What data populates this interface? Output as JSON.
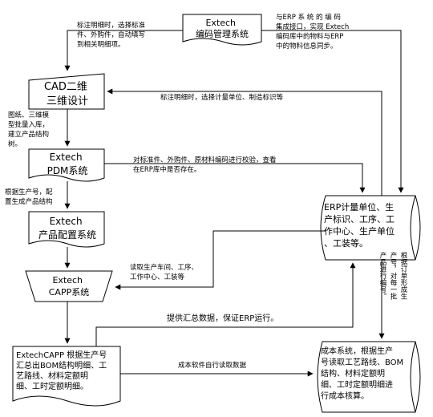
{
  "nodes": {
    "encoding": [
      "Extech",
      "编码管理系统"
    ],
    "cad": [
      "CAD二维",
      "三维设计"
    ],
    "pdm": [
      "Extech",
      "PDM系统"
    ],
    "config": [
      "Extech",
      "产品配置系统"
    ],
    "capp": [
      "Extech",
      "CAPP系统"
    ],
    "bom": [
      "ExtechCAPP 根据生产号",
      "汇总出BOM结构明细、工",
      "艺路线、材料定额明",
      "细、工时定额明细。"
    ],
    "erp": [
      "ERP计量单位、生",
      "产标识、工序、工",
      "作中心、生产单位",
      "、工装等。"
    ],
    "cost": [
      "成本系统，根据生产",
      "号读取工艺路线、BOM",
      "结构、材料定额明",
      "细、工时定额明细进",
      "行成本核算。"
    ]
  },
  "annotations": {
    "fill_detail": [
      "标注明细时，选择标准",
      "件、外购件，自动填写",
      "到相关明细项。"
    ],
    "encoding_sync": [
      "与ERP 系 统 的 编 码",
      "集成接口，实现 Extech",
      "编码库中的物料与ERP",
      "中的物料信息同步。"
    ],
    "select_unit": [
      "标注明细时，选择计量单位、制造标识等"
    ],
    "model_import": [
      "图纸、三维模",
      "型批量入库，",
      "建立产品结构",
      "树。"
    ],
    "verify_code": [
      "对标准件、外购件、原材料编码进行校验，查看",
      "在ERP库中是否存在。"
    ],
    "config_by_no": [
      "根据生产号，配",
      "置生成产品结构"
    ],
    "read_workshop": [
      "读取生产车间、工序、",
      "工作中心、工装等"
    ],
    "order_product": [
      "根据订单形成生",
      "产号，对每一批",
      "产品进行编号。"
    ],
    "summary_data": [
      "提供汇总数据，保证ERP运行。"
    ],
    "cost_read": [
      "成本软件自行读取数据"
    ]
  }
}
